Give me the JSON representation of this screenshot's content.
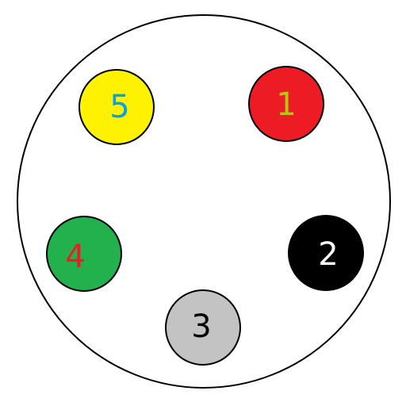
{
  "connector": {
    "pins": [
      {
        "label": "1",
        "fill": "#ed1c24",
        "text_color": "#b5c70e"
      },
      {
        "label": "2",
        "fill": "#000000",
        "text_color": "#ffffff"
      },
      {
        "label": "3",
        "fill": "#c3c3c3",
        "text_color": "#000000"
      },
      {
        "label": "4",
        "fill": "#22b14c",
        "text_color": "#ed1c24"
      },
      {
        "label": "5",
        "fill": "#fff200",
        "text_color": "#00a2e8"
      }
    ]
  }
}
